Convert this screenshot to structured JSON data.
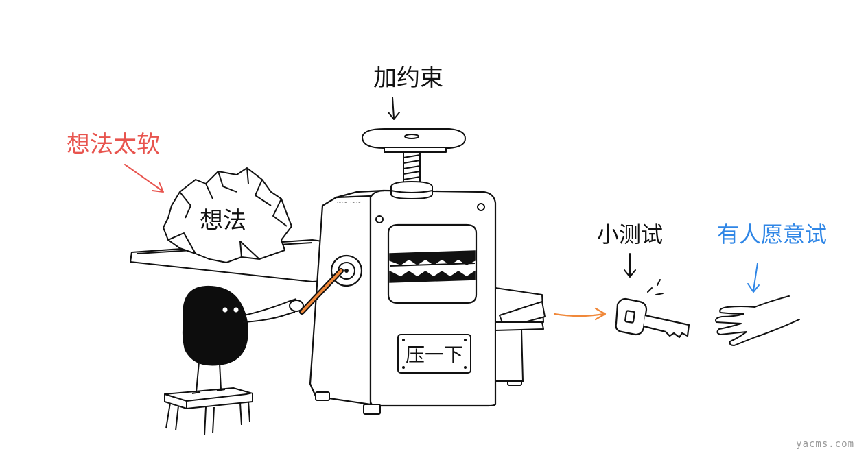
{
  "labels": {
    "idea_soft": "想法太软",
    "idea": "想法",
    "add_constraints": "加约束",
    "press": "压一下",
    "small_test": "小测试",
    "someone_willing": "有人愿意试"
  },
  "watermark": "yacms.com",
  "colors": {
    "ink": "#111111",
    "red": "#e8544e",
    "orange": "#f0883a",
    "blue": "#2f86e6",
    "blob": "#0d0d0d",
    "paper": "#ffffff"
  }
}
